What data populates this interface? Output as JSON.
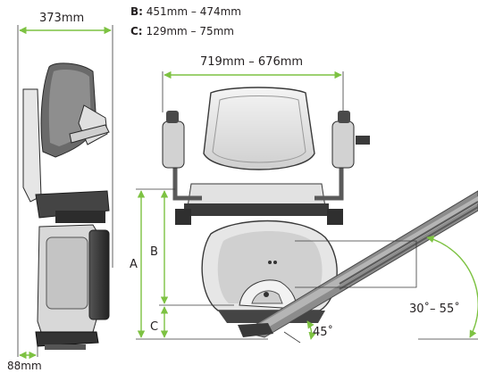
{
  "specs": {
    "b_key": "B:",
    "b_value": "451mm – 474mm",
    "c_key": "C:",
    "c_value": "129mm – 75mm"
  },
  "dimensions": {
    "folded_width": "373mm",
    "folded_depth": "88mm",
    "front_width": "719mm – 676mm",
    "a": "A",
    "b": "B",
    "c": "C",
    "mount_angle": "45˚",
    "rail_angle": "30˚– 55˚"
  },
  "colors": {
    "accent": "#7dc242",
    "outline": "#3a3a3a",
    "rail": "#8c8c8c"
  }
}
